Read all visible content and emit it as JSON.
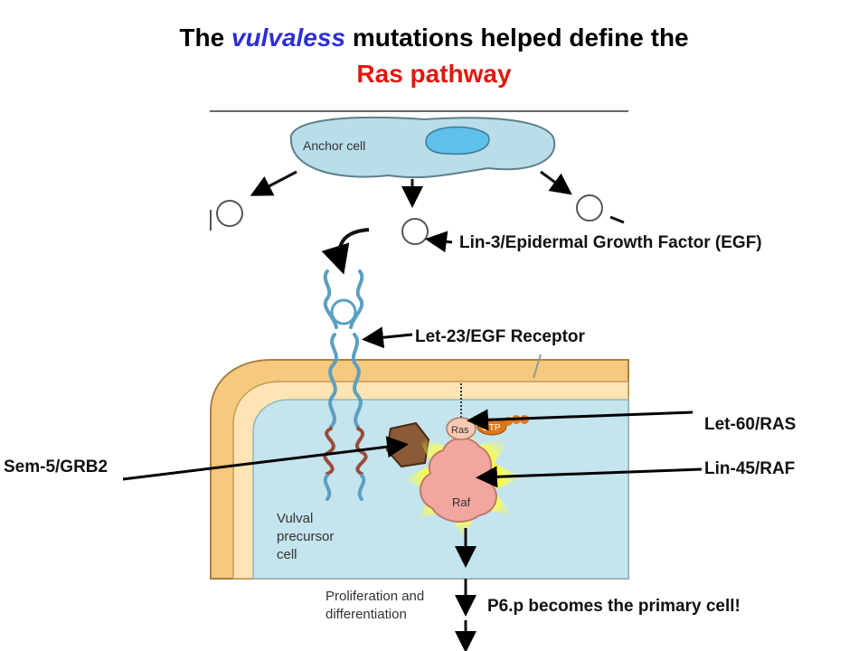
{
  "title": {
    "prefix": "The",
    "italic": "vulvaless",
    "suffix": "mutations helped define the",
    "line2": "Ras pathway"
  },
  "figure": {
    "anchor_cell": "Anchor cell",
    "vulval_precursor": [
      "Vulval",
      "precursor",
      "cell"
    ],
    "proliferation": [
      "Proliferation and",
      "differentiation"
    ],
    "ras": "Ras",
    "gtp": "GTP",
    "raf": "Raf"
  },
  "labels": {
    "lin3": "Lin-3/Epidermal Growth Factor (EGF)",
    "let23": "Let-23/EGF Receptor",
    "let60": "Let-60/RAS",
    "lin45": "Lin-45/RAF",
    "sem5": "Sem-5/GRB2",
    "p6p": "P6.p becomes the primary cell!"
  },
  "colors": {
    "title_italic": "#2e2ed8",
    "title_line2": "#e3170d",
    "membrane_outer": "#f5c97e",
    "cytoplasm": "#c4e4ee",
    "receptor": "#5aa0c0",
    "raf": "#f2a6a0",
    "grb2": "#8b5a36",
    "glow": "#ffff40"
  }
}
